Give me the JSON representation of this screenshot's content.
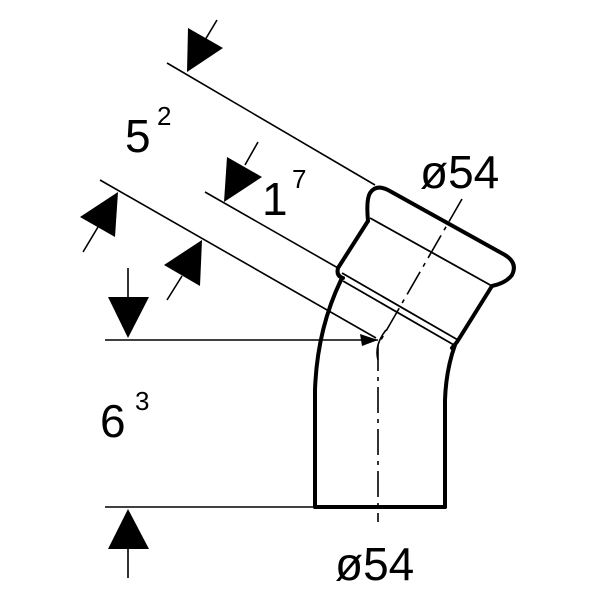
{
  "drawing": {
    "dimensions": [
      {
        "id": "socket-total",
        "value": "5",
        "superscript": "2"
      },
      {
        "id": "socket-depth",
        "value": "1",
        "superscript": "7"
      },
      {
        "id": "vertical-height",
        "value": "6",
        "superscript": "3"
      }
    ],
    "diameter_top": "ø54",
    "diameter_bottom": "ø54"
  }
}
